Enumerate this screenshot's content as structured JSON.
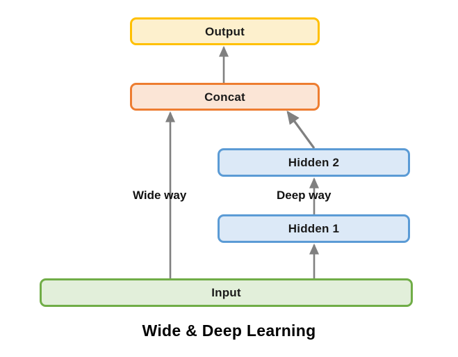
{
  "diagram": {
    "title": "Wide & Deep Learning",
    "nodes": [
      {
        "id": "output",
        "label": "Output",
        "fill": "#fdf0cd",
        "stroke": "#ffc000"
      },
      {
        "id": "concat",
        "label": "Concat",
        "fill": "#fbe5d6",
        "stroke": "#ed7d31"
      },
      {
        "id": "hidden2",
        "label": "Hidden 2",
        "fill": "#dce9f7",
        "stroke": "#5b9bd5"
      },
      {
        "id": "hidden1",
        "label": "Hidden 1",
        "fill": "#dce9f7",
        "stroke": "#5b9bd5"
      },
      {
        "id": "input",
        "label": "Input",
        "fill": "#e2efda",
        "stroke": "#70ad47"
      }
    ],
    "edge_labels": [
      {
        "id": "wide",
        "label": "Wide way"
      },
      {
        "id": "deep",
        "label": "Deep way"
      }
    ],
    "edges": [
      {
        "from": "concat",
        "to": "output",
        "style": "straight-up"
      },
      {
        "from": "input",
        "to": "concat",
        "style": "straight-up",
        "label": "Wide way"
      },
      {
        "from": "hidden2",
        "to": "concat",
        "style": "diagonal"
      },
      {
        "from": "hidden1",
        "to": "hidden2",
        "style": "straight-up",
        "label": "Deep way"
      },
      {
        "from": "input",
        "to": "hidden1",
        "style": "straight-up"
      }
    ],
    "arrow_color": "#808080"
  }
}
